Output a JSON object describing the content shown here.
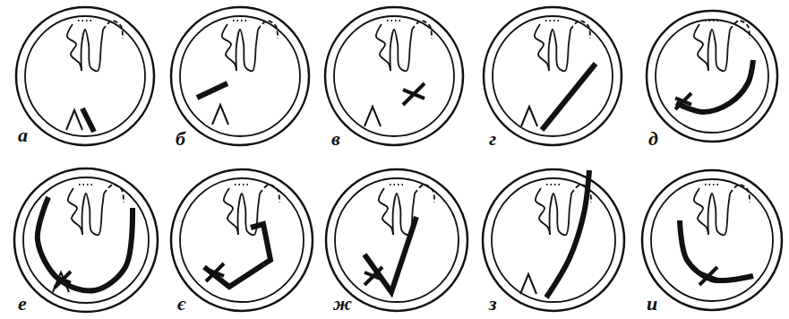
{
  "diagram": {
    "labels": [
      "а",
      "б",
      "в",
      "г",
      "д",
      "е",
      "є",
      "ж",
      "з",
      "и"
    ]
  }
}
